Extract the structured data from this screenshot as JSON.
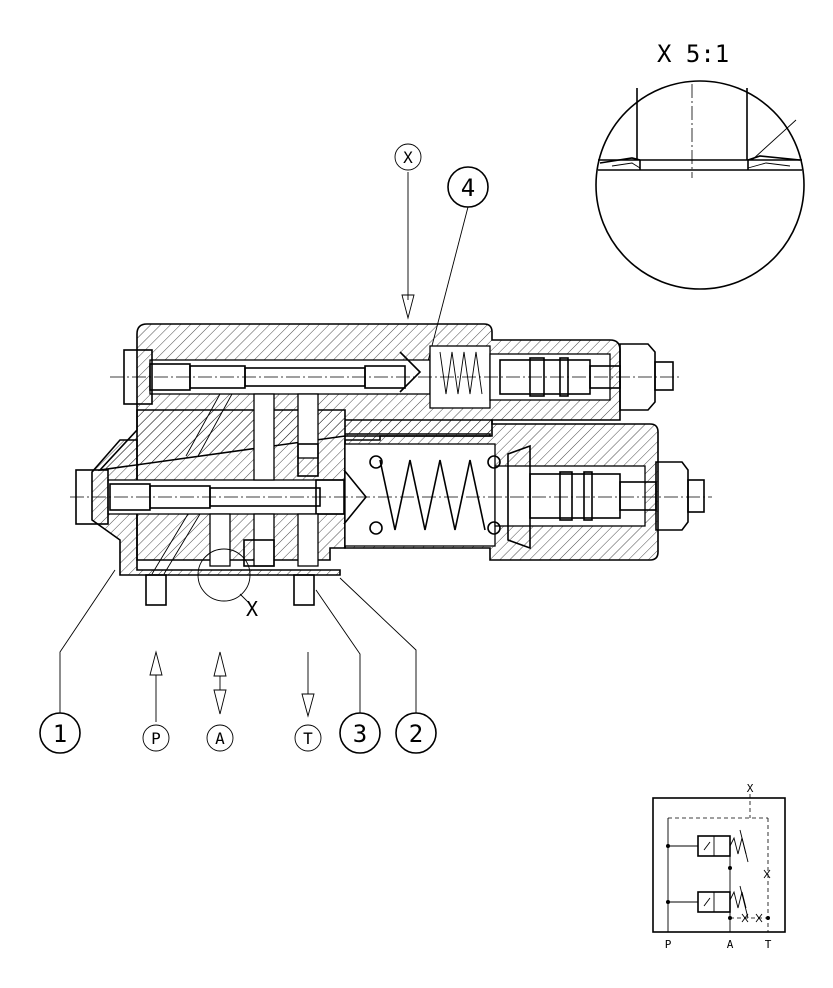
{
  "detail_view": {
    "title": "X 5:1"
  },
  "callouts": {
    "view_ref": "X",
    "detail_ref": "X",
    "items": [
      "1",
      "2",
      "3",
      "4"
    ]
  },
  "ports": {
    "P": "P",
    "A": "A",
    "T": "T"
  },
  "schematic": {
    "labels": {
      "X": "X",
      "P": "P",
      "A": "A",
      "T": "T"
    }
  }
}
